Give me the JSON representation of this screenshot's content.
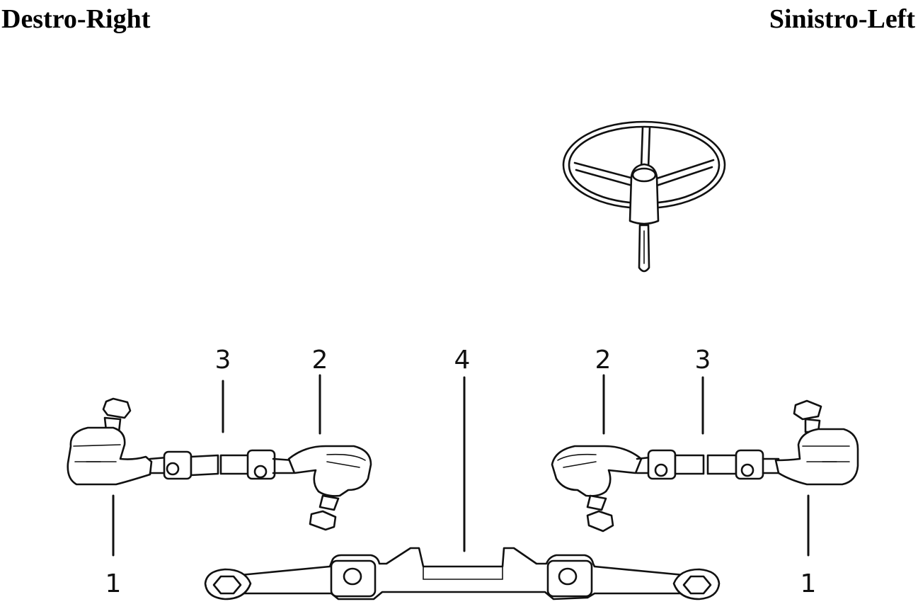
{
  "headings": {
    "right": "Destro-Right",
    "left": "Sinistro-Left"
  },
  "callouts": {
    "right_tie_rod_end": "1",
    "right_inner_end": "2",
    "right_sleeve": "3",
    "center_link": "4",
    "left_inner_end": "2",
    "left_sleeve": "3",
    "left_tie_rod_end": "1"
  },
  "components": {
    "steering_wheel": "steering-wheel-icon",
    "tie_rod_assembly_right": "tie-rod-assembly-icon",
    "tie_rod_assembly_left": "tie-rod-assembly-icon",
    "center_link": "center-drag-link-icon"
  },
  "colors": {
    "ink": "#111111",
    "background": "#ffffff"
  }
}
